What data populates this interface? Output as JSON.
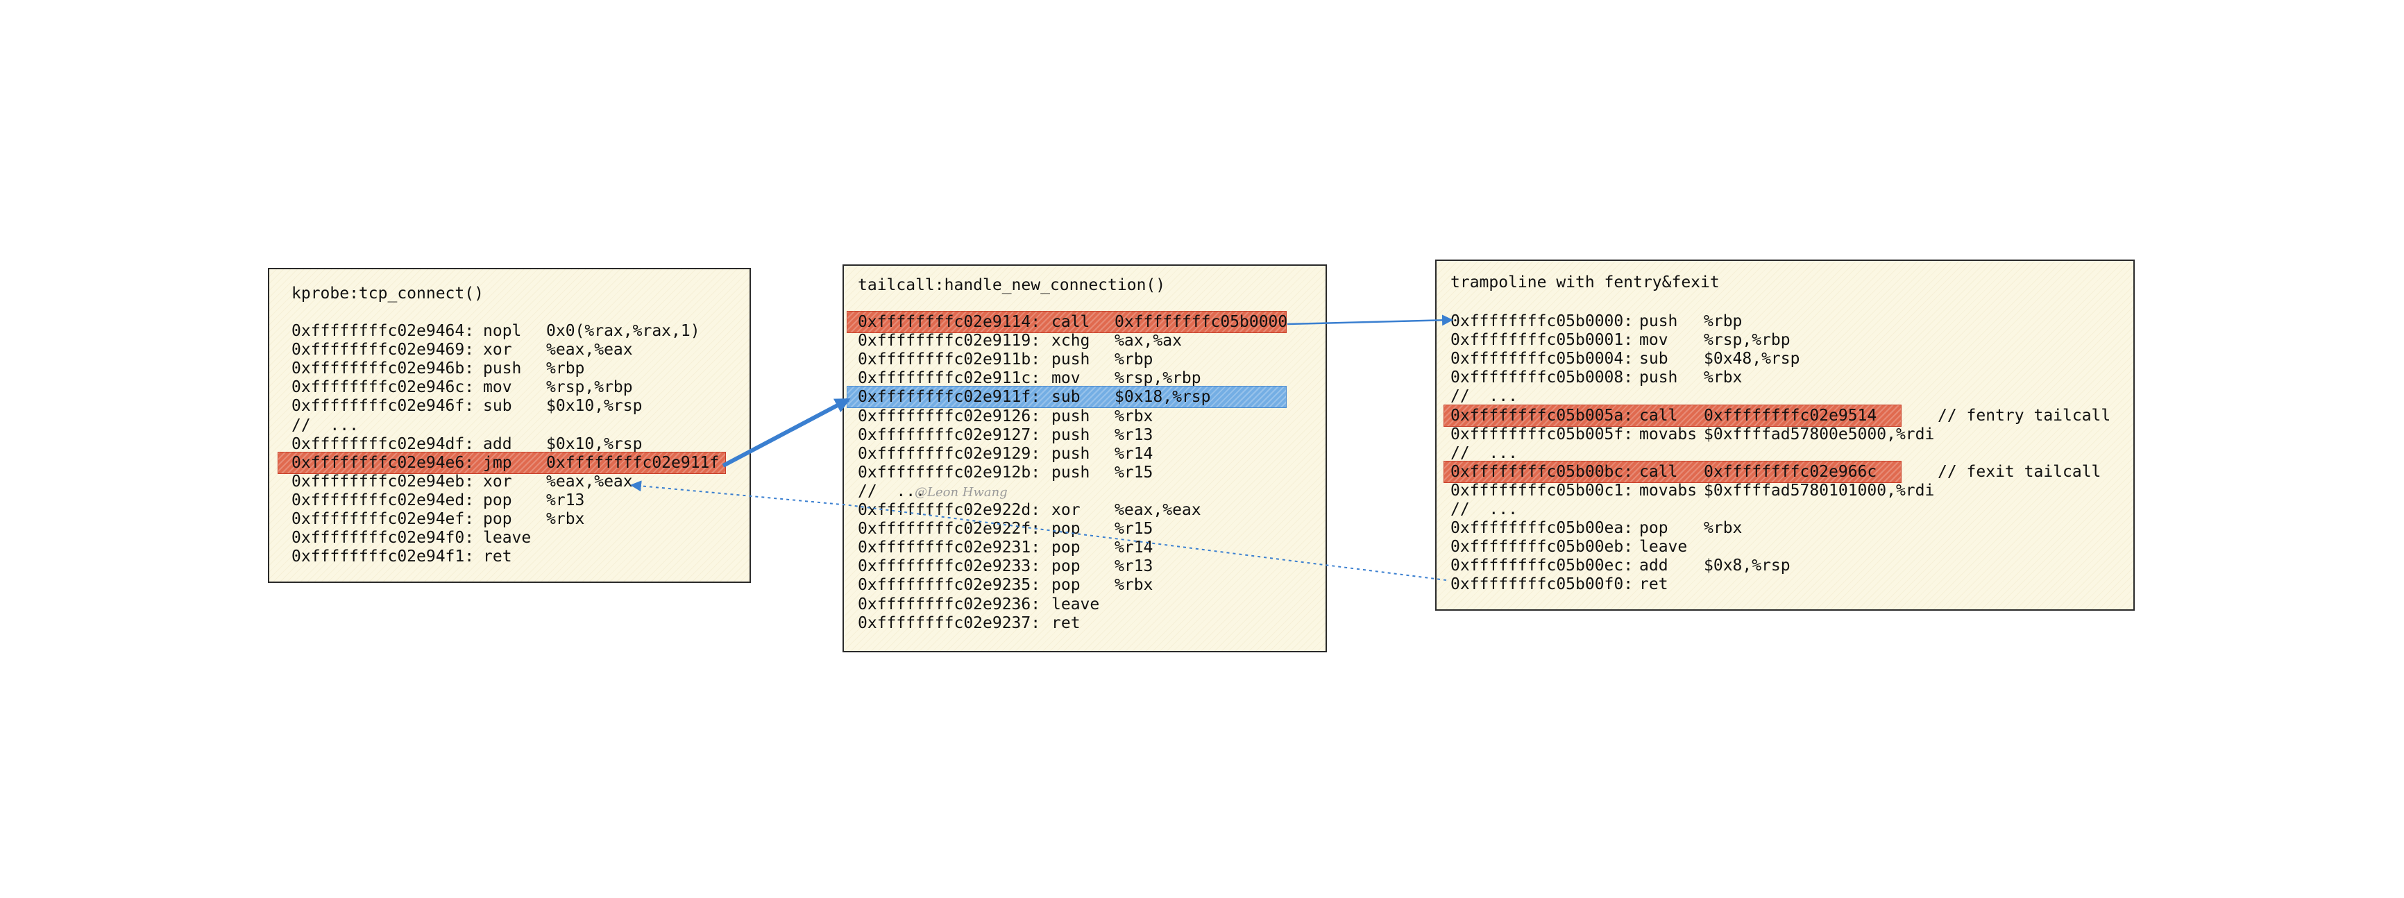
{
  "panels": {
    "kprobe": {
      "title": "kprobe:tcp_connect()",
      "rows": [
        {
          "addr": "0xffffffffc02e9464:",
          "op": "nopl",
          "args": "0x0(%rax,%rax,1)"
        },
        {
          "addr": "0xffffffffc02e9469:",
          "op": "xor",
          "args": "%eax,%eax"
        },
        {
          "addr": "0xffffffffc02e946b:",
          "op": "push",
          "args": "%rbp"
        },
        {
          "addr": "0xffffffffc02e946c:",
          "op": "mov",
          "args": "%rsp,%rbp"
        },
        {
          "addr": "0xffffffffc02e946f:",
          "op": "sub",
          "args": "$0x10,%rsp"
        },
        {
          "addr": "//  ...",
          "op": "",
          "args": ""
        },
        {
          "addr": "0xffffffffc02e94df:",
          "op": "add",
          "args": "$0x10,%rsp"
        },
        {
          "addr": "0xffffffffc02e94e6:",
          "op": "jmp",
          "args": "0xffffffffc02e911f",
          "highlight": "red"
        },
        {
          "addr": "0xffffffffc02e94eb:",
          "op": "xor",
          "args": "%eax,%eax"
        },
        {
          "addr": "0xffffffffc02e94ed:",
          "op": "pop",
          "args": "%r13"
        },
        {
          "addr": "0xffffffffc02e94ef:",
          "op": "pop",
          "args": "%rbx"
        },
        {
          "addr": "0xffffffffc02e94f0:",
          "op": "leave",
          "args": ""
        },
        {
          "addr": "0xffffffffc02e94f1:",
          "op": "ret",
          "args": ""
        }
      ]
    },
    "tailcall": {
      "title": "tailcall:handle_new_connection()",
      "rows": [
        {
          "addr": "0xffffffffc02e9114:",
          "op": "call",
          "args": "0xffffffffc05b0000",
          "highlight": "red"
        },
        {
          "addr": "0xffffffffc02e9119:",
          "op": "xchg",
          "args": "%ax,%ax"
        },
        {
          "addr": "0xffffffffc02e911b:",
          "op": "push",
          "args": "%rbp"
        },
        {
          "addr": "0xffffffffc02e911c:",
          "op": "mov",
          "args": "%rsp,%rbp"
        },
        {
          "addr": "0xffffffffc02e911f:",
          "op": "sub",
          "args": "$0x18,%rsp",
          "highlight": "blue"
        },
        {
          "addr": "0xffffffffc02e9126:",
          "op": "push",
          "args": "%rbx"
        },
        {
          "addr": "0xffffffffc02e9127:",
          "op": "push",
          "args": "%r13"
        },
        {
          "addr": "0xffffffffc02e9129:",
          "op": "push",
          "args": "%r14"
        },
        {
          "addr": "0xffffffffc02e912b:",
          "op": "push",
          "args": "%r15"
        },
        {
          "addr": "//  ...",
          "op": "",
          "args": ""
        },
        {
          "addr": "0xffffffffc02e922d:",
          "op": "xor",
          "args": "%eax,%eax"
        },
        {
          "addr": "0xffffffffc02e922f:",
          "op": "pop",
          "args": "%r15"
        },
        {
          "addr": "0xffffffffc02e9231:",
          "op": "pop",
          "args": "%r14"
        },
        {
          "addr": "0xffffffffc02e9233:",
          "op": "pop",
          "args": "%r13"
        },
        {
          "addr": "0xffffffffc02e9235:",
          "op": "pop",
          "args": "%rbx"
        },
        {
          "addr": "0xffffffffc02e9236:",
          "op": "leave",
          "args": ""
        },
        {
          "addr": "0xffffffffc02e9237:",
          "op": "ret",
          "args": ""
        }
      ],
      "watermark": "@Leon Hwang"
    },
    "trampoline": {
      "title": "trampoline with fentry&fexit",
      "rows": [
        {
          "addr": "0xffffffffc05b0000:",
          "op": "push",
          "args": "%rbp"
        },
        {
          "addr": "0xffffffffc05b0001:",
          "op": "mov",
          "args": "%rsp,%rbp"
        },
        {
          "addr": "0xffffffffc05b0004:",
          "op": "sub",
          "args": "$0x48,%rsp"
        },
        {
          "addr": "0xffffffffc05b0008:",
          "op": "push",
          "args": "%rbx"
        },
        {
          "addr": "//  ...",
          "op": "",
          "args": ""
        },
        {
          "addr": "0xffffffffc05b005a:",
          "op": "call",
          "args": "0xffffffffc02e9514",
          "comment": "// fentry tailcall",
          "highlight": "red"
        },
        {
          "addr": "0xffffffffc05b005f:",
          "op": "movabs",
          "args": "$0xffffad57800e5000,%rdi"
        },
        {
          "addr": "//  ...",
          "op": "",
          "args": ""
        },
        {
          "addr": "0xffffffffc05b00bc:",
          "op": "call",
          "args": "0xffffffffc02e966c",
          "comment": "// fexit tailcall",
          "highlight": "red"
        },
        {
          "addr": "0xffffffffc05b00c1:",
          "op": "movabs",
          "args": "$0xffffad5780101000,%rdi"
        },
        {
          "addr": "//  ...",
          "op": "",
          "args": ""
        },
        {
          "addr": "0xffffffffc05b00ea:",
          "op": "pop",
          "args": "%rbx"
        },
        {
          "addr": "0xffffffffc05b00eb:",
          "op": "leave",
          "args": ""
        },
        {
          "addr": "0xffffffffc05b00ec:",
          "op": "add",
          "args": "$0x8,%rsp"
        },
        {
          "addr": "0xffffffffc05b00f0:",
          "op": "ret",
          "args": ""
        }
      ]
    }
  },
  "colors": {
    "highlight_red": "#e06a4f",
    "highlight_blue": "#74aee4",
    "arrow_blue": "#3a7fd0",
    "panel_bg": "#fbf7e3"
  }
}
